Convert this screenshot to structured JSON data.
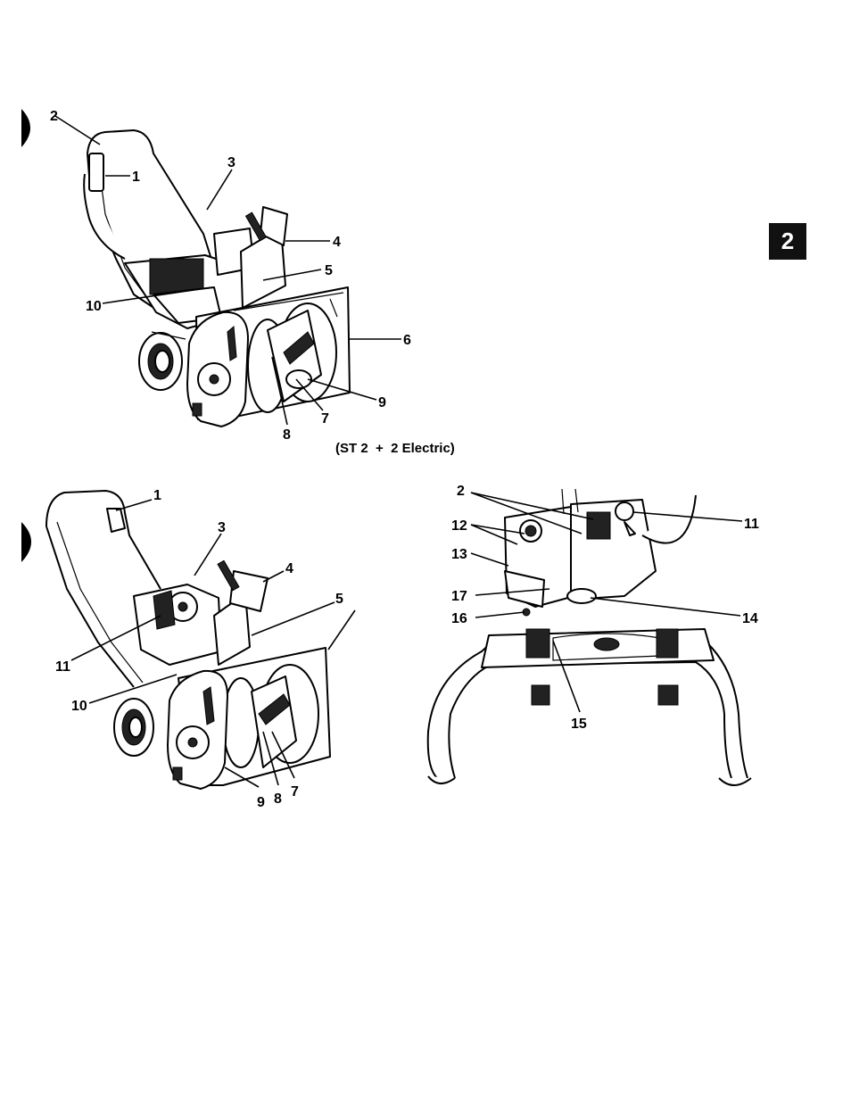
{
  "tab_number": "2",
  "caption": "(ST 2  +  2 Electric)",
  "figures": {
    "top": {
      "callouts": [
        "1",
        "2",
        "3",
        "4",
        "5",
        "6",
        "7",
        "8",
        "9",
        "10"
      ]
    },
    "bottom_left": {
      "callouts": [
        "1",
        "3",
        "4",
        "5",
        "7",
        "8",
        "9",
        "10",
        "11"
      ]
    },
    "bottom_right": {
      "callouts": [
        "2",
        "11",
        "12",
        "13",
        "14",
        "15",
        "16",
        "17"
      ]
    }
  }
}
